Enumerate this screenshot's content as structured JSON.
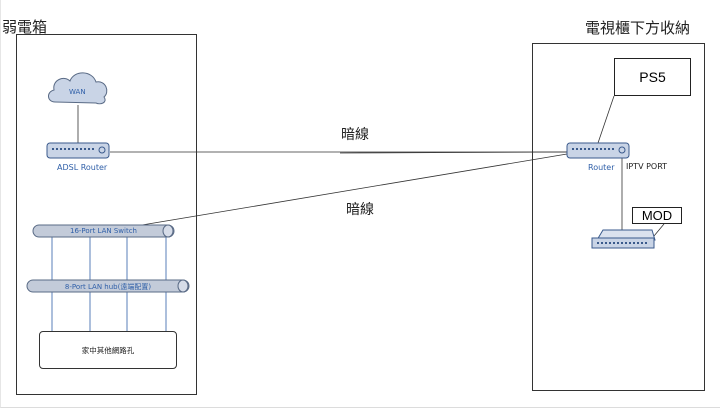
{
  "left_area": {
    "title": "弱電箱"
  },
  "right_area": {
    "title": "電視櫃下方收納"
  },
  "cloud": {
    "label": "WAN"
  },
  "adsl_router": {
    "label": "ADSL Router"
  },
  "router": {
    "label": "Router",
    "port_label": "IPTV PORT"
  },
  "ps5": {
    "label": "PS5"
  },
  "mod": {
    "label": "MOD"
  },
  "switch16": {
    "label": "16-Port LAN Switch"
  },
  "hub8": {
    "label": "8-Port LAN hub(遠端配置)"
  },
  "home_ports": {
    "label": "家中其他網路孔"
  },
  "connections": {
    "hidden_line_top": "暗線",
    "hidden_line_bottom": "暗線"
  },
  "colors": {
    "device_fill": "#c9d4e6",
    "device_stroke": "#3a5a8c",
    "bus_fill": "#c3cbd9",
    "line": "#333333",
    "accent_text": "#2f5fa8"
  },
  "icons": [
    "cloud-icon",
    "router-icon",
    "switch-icon",
    "network-box-icon"
  ]
}
